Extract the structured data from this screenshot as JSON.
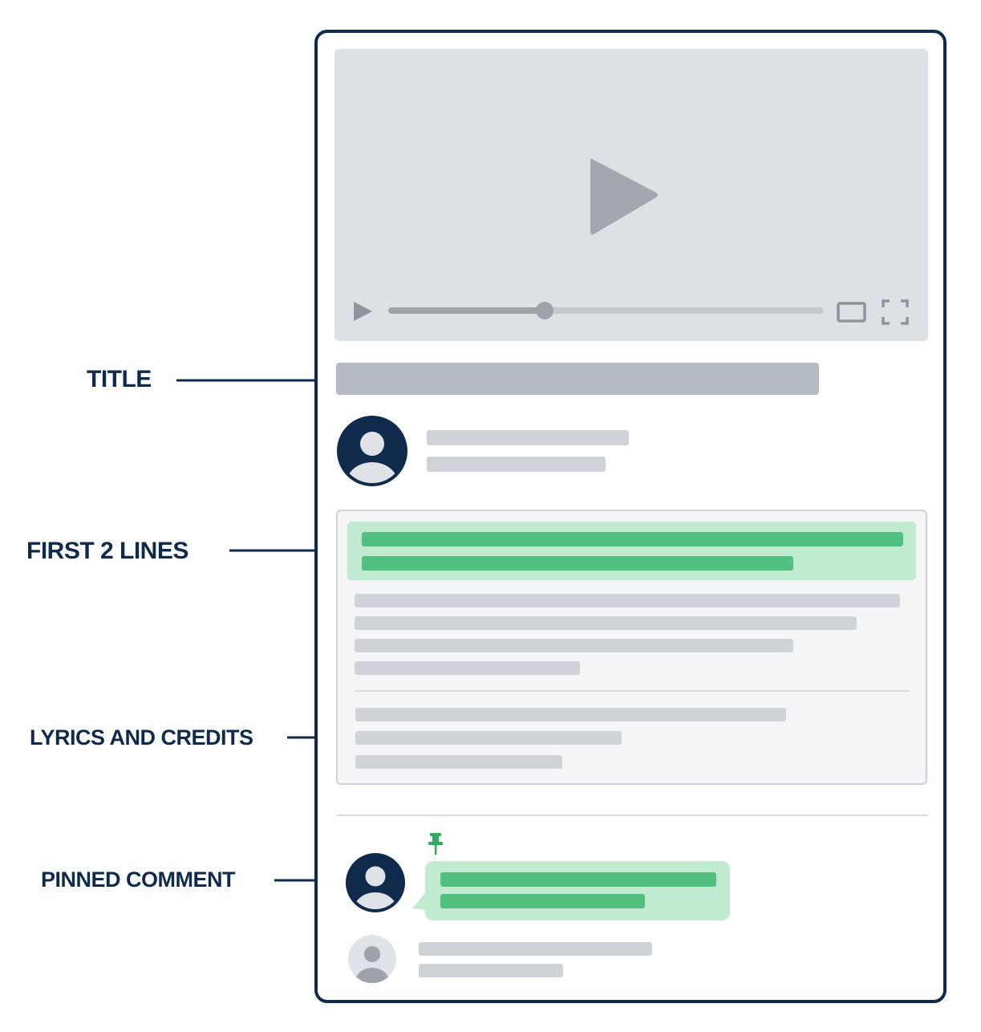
{
  "annotations": {
    "title": "TITLE",
    "first_two_lines": "FIRST 2 LINES",
    "lyrics_and_credits": "LYRICS AND CREDITS",
    "pinned_comment": "PINNED COMMENT"
  },
  "video_player": {
    "progress": 0.36,
    "icons": [
      "play-icon",
      "small-play-icon",
      "theater-mode-icon",
      "fullscreen-icon"
    ]
  },
  "icons": [
    "avatar-icon",
    "pin-icon"
  ],
  "colors": {
    "outline": "#0f2a4a",
    "highlight": "#52c07e",
    "highlight_bg": "#c0ebd0",
    "placeholder": "#cfd3d8",
    "video_bg": "#dde0e4"
  }
}
